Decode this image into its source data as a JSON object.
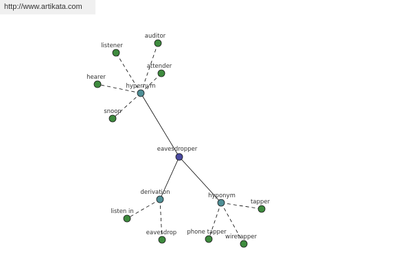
{
  "source_url": "http://www.artikata.com",
  "colors": {
    "center": "#4a4aa0",
    "relation": "#4f8f96",
    "leaf": "#3e8b3e",
    "outline": "#1a1a1a"
  },
  "nodes": {
    "eavesdropper": "eavesdropper",
    "hypernym": "hypernym",
    "derivation": "derivation",
    "hyponym": "hyponym",
    "auditor": "auditor",
    "listener": "listener",
    "attender": "attender",
    "hearer": "hearer",
    "snoop": "snoop",
    "listen_in": "listen in",
    "eavesdrop": "eavesdrop",
    "tapper": "tapper",
    "phone_tapper": "phone tapper",
    "wiretapper": "wiretapper"
  }
}
